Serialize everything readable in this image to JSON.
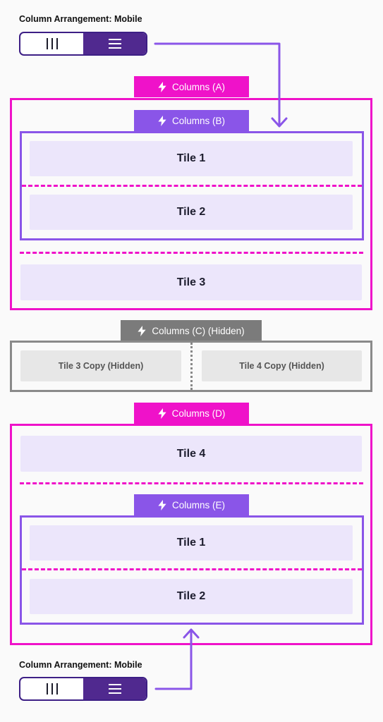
{
  "top_setting": {
    "caption": "Column Arrangement: Mobile",
    "columns_icon": "three-columns-icon",
    "rows_icon": "hamburger-rows-icon",
    "selected": "rows"
  },
  "bottom_setting": {
    "caption": "Column Arrangement: Mobile",
    "columns_icon": "three-columns-icon",
    "rows_icon": "hamburger-rows-icon",
    "selected": "rows"
  },
  "columns_a": {
    "label": "Columns (A)",
    "icon": "lightning-icon"
  },
  "columns_b": {
    "label": "Columns (B)",
    "icon": "lightning-icon",
    "tiles": [
      "Tile 1",
      "Tile 2"
    ]
  },
  "columns_a_tile3": "Tile 3",
  "columns_c": {
    "label": "Columns (C) (Hidden)",
    "icon": "lightning-icon",
    "tiles": [
      "Tile 3 Copy (Hidden)",
      "Tile 4 Copy (Hidden)"
    ]
  },
  "columns_d": {
    "label": "Columns (D)",
    "icon": "lightning-icon",
    "tile": "Tile 4"
  },
  "columns_e": {
    "label": "Columns (E)",
    "icon": "lightning-icon",
    "tiles": [
      "Tile 1",
      "Tile 2"
    ]
  },
  "colors": {
    "magenta": "#ef12c9",
    "purple": "#8a55e8",
    "dark_purple": "#50298f",
    "gray": "#7b7b7b",
    "tile_bg": "#ece6fb",
    "hidden_tile_bg": "#e7e7e7"
  }
}
